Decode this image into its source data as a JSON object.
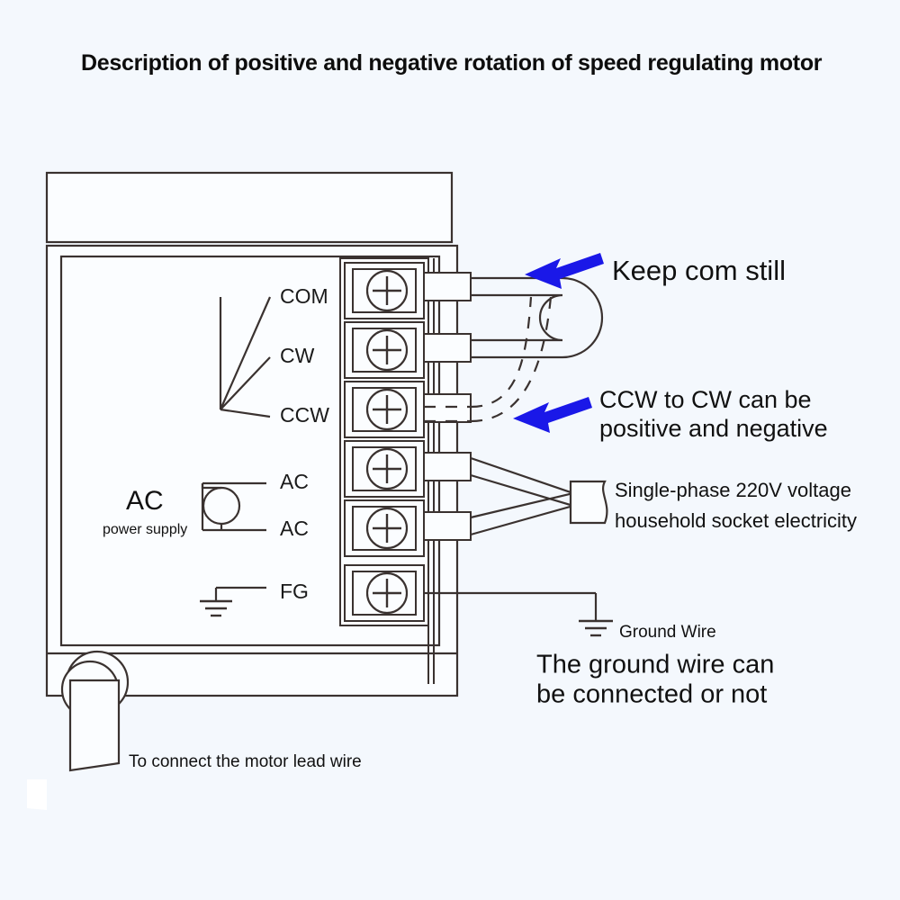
{
  "title": "Description of positive and negative rotation of speed regulating motor",
  "terminals": [
    {
      "id": "com",
      "label": "COM"
    },
    {
      "id": "cw",
      "label": "CW"
    },
    {
      "id": "ccw",
      "label": "CCW"
    },
    {
      "id": "ac1",
      "label": "AC"
    },
    {
      "id": "ac2",
      "label": "AC"
    },
    {
      "id": "fg",
      "label": "FG"
    }
  ],
  "power_supply": {
    "name": "AC",
    "subtitle": "power supply"
  },
  "annotations": {
    "keep_com": "Keep com still",
    "ccw_cw_line1": "CCW to CW can be",
    "ccw_cw_line2": "positive and negative",
    "socket_line1": "Single-phase 220V voltage",
    "socket_line2": "household socket electricity",
    "ground_wire": "Ground Wire",
    "ground_note_line1": "The ground wire can",
    "ground_note_line2": "be connected or not",
    "motor_lead": "To connect the motor lead wire"
  },
  "colors": {
    "background": "#f4f8fd",
    "line": "#3a3230",
    "arrow": "#1a18e8",
    "panel": "#fbfdff",
    "text": "#111111"
  }
}
